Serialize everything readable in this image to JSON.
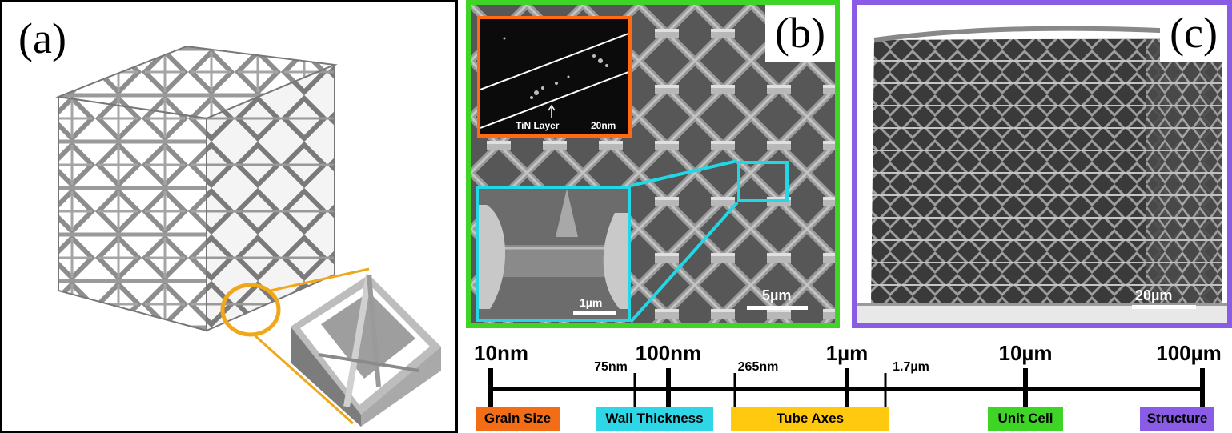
{
  "panel_a": {
    "label": "(a)",
    "colors": {
      "lattice": "#8a8a8a",
      "highlight": "#f0a81a"
    }
  },
  "panel_b": {
    "label": "(b)",
    "frame_color": "#3fd526",
    "tem_inset": {
      "annotation": "TiN Layer",
      "scale": "20nm",
      "frame_color": "#ff6a13"
    },
    "zoom_inset": {
      "scale": "1µm",
      "frame_color": "#22d8e6"
    },
    "scale": "5µm"
  },
  "panel_c": {
    "label": "(c)",
    "frame_color": "#8a5ce6",
    "scale": "20µm"
  },
  "scale_axis": {
    "major_ticks": [
      "10nm",
      "100nm",
      "1µm",
      "10µm",
      "100µm"
    ],
    "minor_ticks": [
      "75nm",
      "265nm",
      "1.7µm"
    ],
    "categories": [
      {
        "label": "Grain Size",
        "color": "#f36d16"
      },
      {
        "label": "Wall Thickness",
        "color": "#2ed6e6"
      },
      {
        "label": "Tube Axes",
        "color": "#ffc90f"
      },
      {
        "label": "Unit Cell",
        "color": "#3fd526"
      },
      {
        "label": "Structure",
        "color": "#8a5ce6"
      }
    ]
  }
}
